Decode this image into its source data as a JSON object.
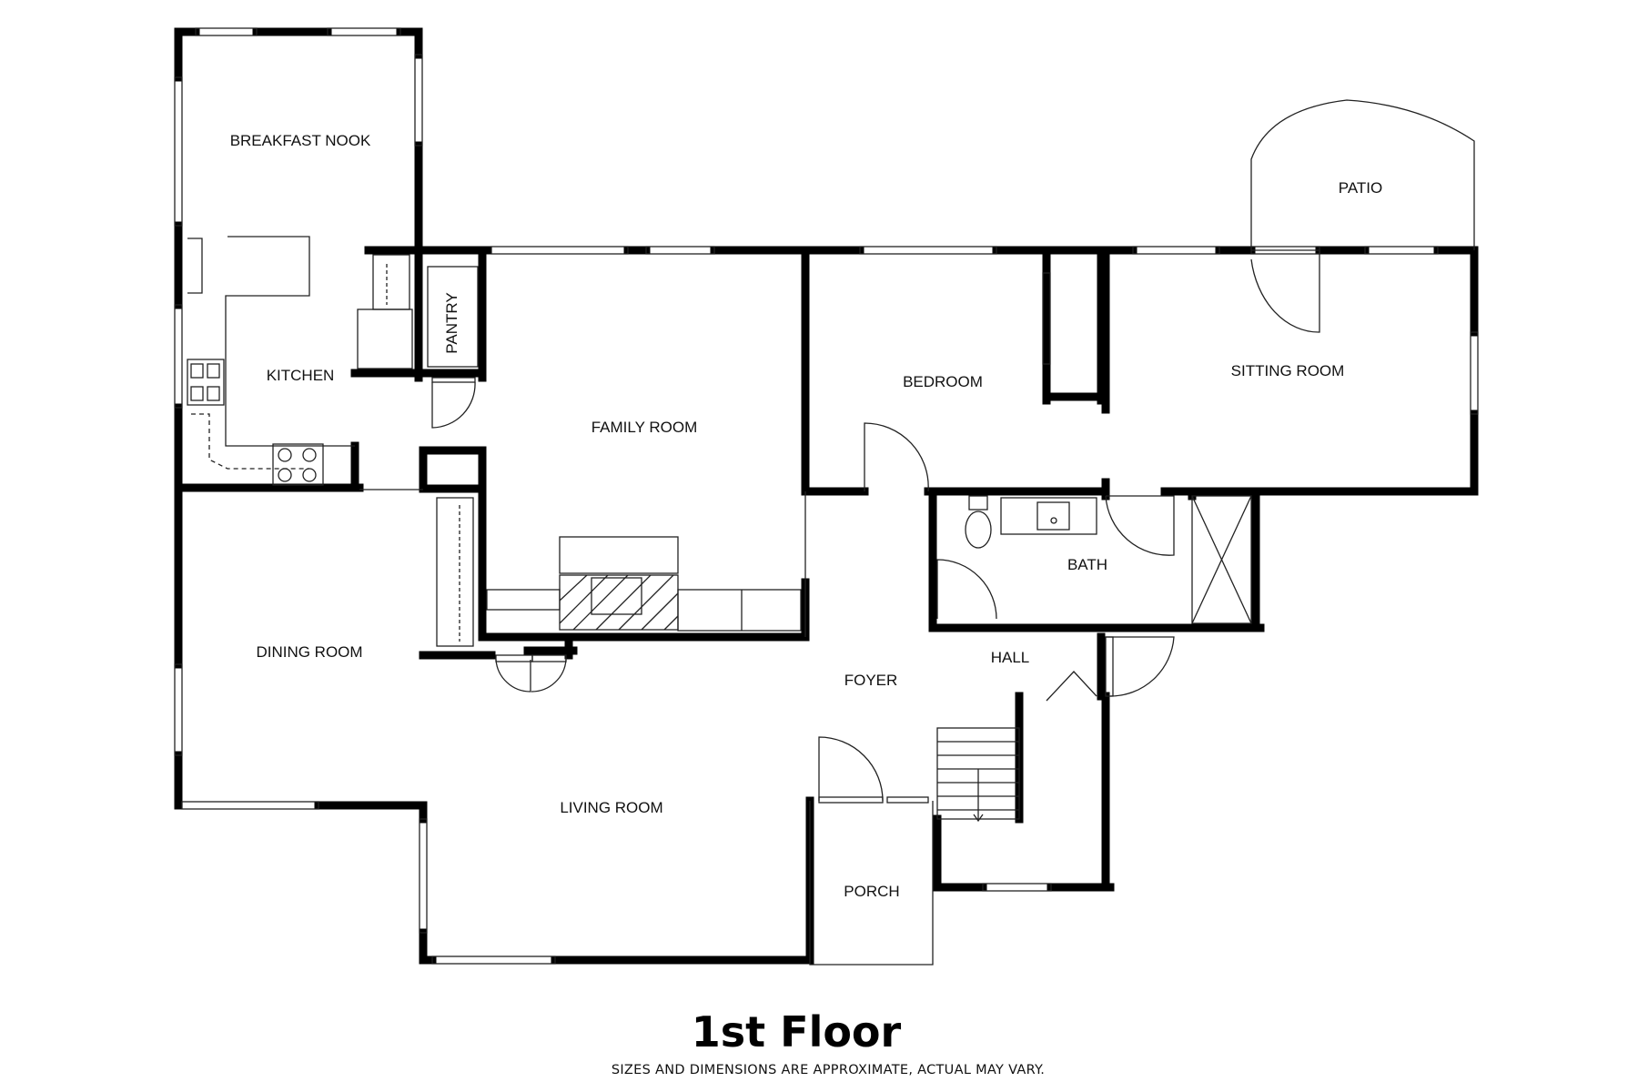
{
  "floor_title": "1st Floor",
  "disclaimer": "SIZES AND DIMENSIONS ARE APPROXIMATE, ACTUAL MAY VARY.",
  "rooms": {
    "breakfast_nook": "BREAKFAST NOOK",
    "kitchen": "KITCHEN",
    "pantry": "PANTRY",
    "family_room": "FAMILY ROOM",
    "bedroom": "BEDROOM",
    "sitting_room": "SITTING ROOM",
    "patio": "PATIO",
    "bath": "BATH",
    "hall": "HALL",
    "foyer": "FOYER",
    "dining_room": "DINING ROOM",
    "living_room": "LIVING ROOM",
    "porch": "PORCH"
  },
  "colors": {
    "wall": "#000000",
    "fixture_line": "#222222",
    "background": "#ffffff"
  }
}
